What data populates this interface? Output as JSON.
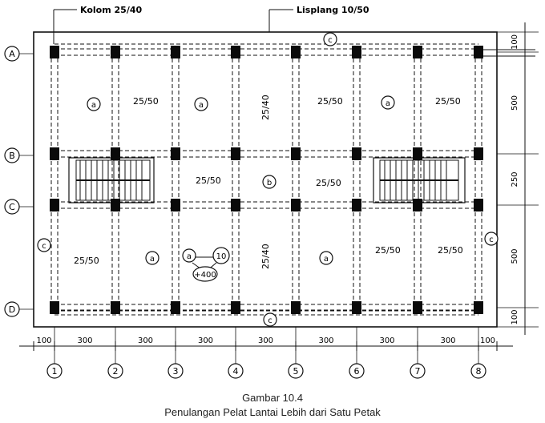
{
  "labels": {
    "kolom": "Kolom 25/40",
    "lisplang": "Lisplang 10/50"
  },
  "rows": [
    "A",
    "B",
    "C",
    "D"
  ],
  "cols": [
    "1",
    "2",
    "3",
    "4",
    "5",
    "6",
    "7",
    "8"
  ],
  "bottom_dims": [
    "100",
    "300",
    "300",
    "300",
    "300",
    "300",
    "300",
    "300",
    "100"
  ],
  "right_dims": [
    "100",
    "500",
    "250",
    "500",
    "100"
  ],
  "beam_labels": {
    "row_ab_1": "25/50",
    "row_ab_2": "25/50",
    "row_ab_3": "25/50",
    "vert_4_ab": "25/40",
    "row_bc_1": "25/50",
    "row_bc_2": "25/50",
    "row_cd_1": "25/50",
    "vert_4_cd": "25/40",
    "row_cd_2": "25/50",
    "row_cd_3": "25/50"
  },
  "slab_tags": {
    "a": "a",
    "b": "b",
    "c": "c"
  },
  "detail": {
    "slab": "a",
    "thickness": "10",
    "level": "+400"
  },
  "caption": {
    "line1": "Gambar 10.4",
    "line2": "Penulangan Pelat Lantai Lebih dari Satu Petak"
  },
  "colors": {
    "ink": "#111111",
    "column": "#0a0a0a"
  }
}
